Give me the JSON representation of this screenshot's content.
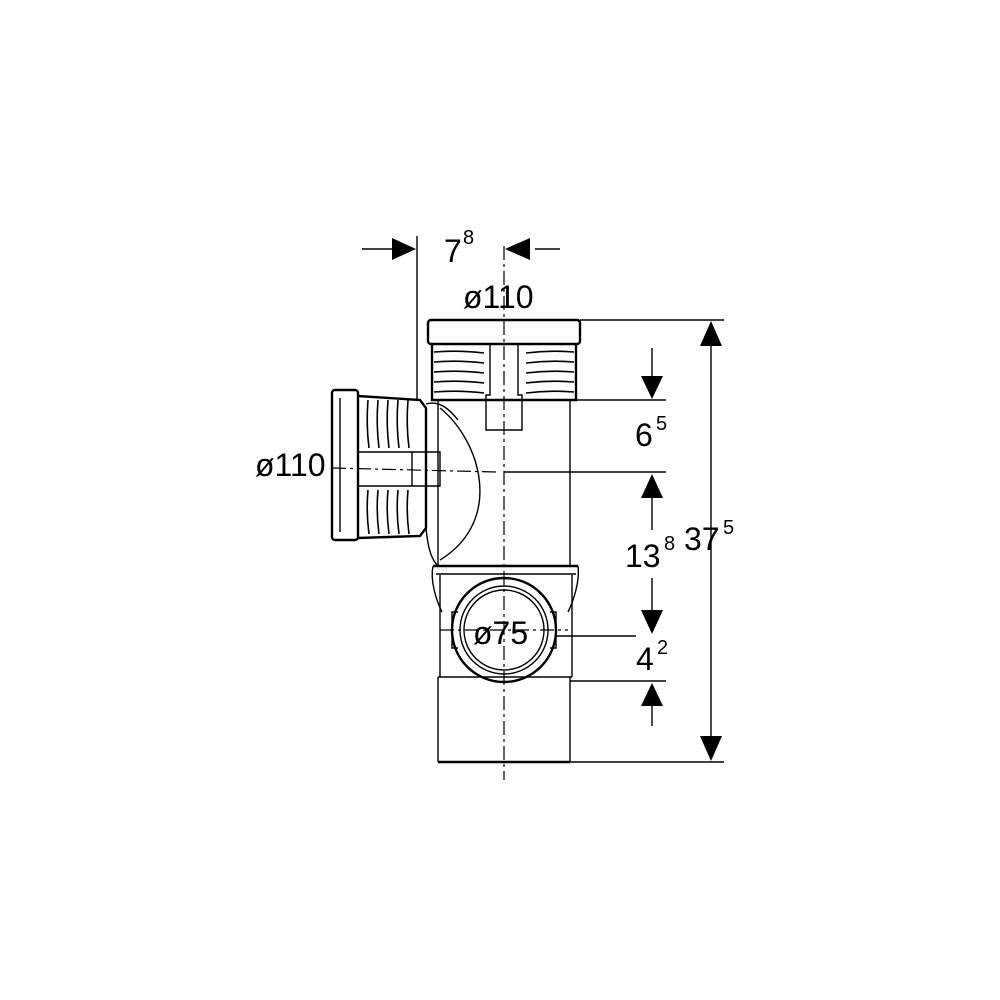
{
  "drawing": {
    "top_diameter": "ø110",
    "side_diameter": "ø110",
    "front_diameter": "ø75",
    "offset": {
      "main": "7",
      "sup": "8"
    },
    "dim_upper": {
      "main": "6",
      "sup": "5"
    },
    "dim_middle": {
      "main": "13",
      "sup": "8"
    },
    "dim_lower": {
      "main": "4",
      "sup": "2"
    },
    "dim_total": {
      "main": "37",
      "sup": "5"
    },
    "line_color": "#000000",
    "background": "#ffffff"
  }
}
